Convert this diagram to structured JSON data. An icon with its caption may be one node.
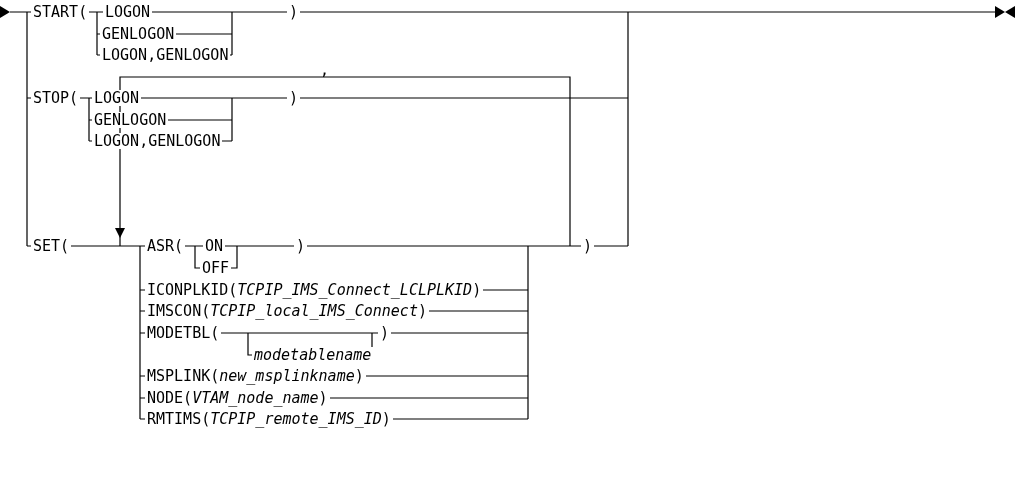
{
  "diagram": {
    "labels": [
      "START(",
      "LOGON",
      ")",
      "GENLOGON",
      "LOGON,GENLOGON",
      "STOP(",
      "LOGON",
      ")",
      "GENLOGON",
      "LOGON,GENLOGON",
      ",",
      "SET(",
      "ASR(",
      "ON",
      ")",
      ")",
      "OFF",
      "ICONPLKID(*TCPIP_IMS_Connect_LCLPLKID*)",
      "IMSCON(*TCPIP_local_IMS_Connect*)",
      "MODETBL(",
      ")",
      "modetablename",
      "MSPLINK(*new_msplinkname*)",
      "NODE(*VTAM_node_name*)",
      "RMTIMS(*TCPIP_remote_IMS_ID*)"
    ]
  }
}
